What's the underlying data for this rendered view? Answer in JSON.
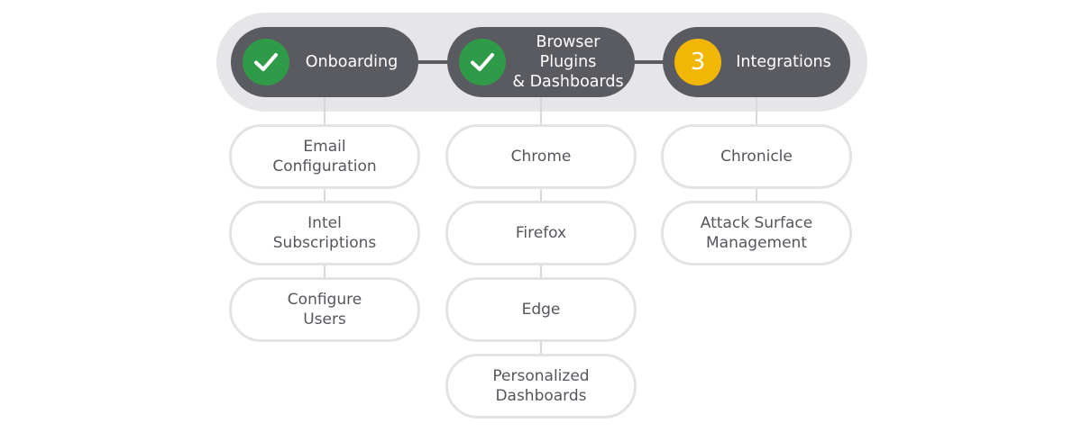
{
  "steps": [
    {
      "label": "Onboarding",
      "status": "complete",
      "icon": "checkmark-icon"
    },
    {
      "label": "Browser Plugins\n& Dashboards",
      "status": "complete",
      "icon": "checkmark-icon"
    },
    {
      "label": "Integrations",
      "status": "current",
      "number": "3"
    }
  ],
  "tasks": {
    "onboarding": [
      "Email\nConfiguration",
      "Intel\nSubscriptions",
      "Configure\nUsers"
    ],
    "browser_plugins": [
      "Chrome",
      "Firefox",
      "Edge",
      "Personalized\nDashboards"
    ],
    "integrations": [
      "Chronicle",
      "Attack Surface\nManagement"
    ]
  },
  "colors": {
    "step_background": "#5a5b61",
    "complete": "#2f9a47",
    "current": "#f2b705",
    "band": "#e6e6e8",
    "task_border": "#e3e3e6",
    "task_text": "#55565c"
  }
}
